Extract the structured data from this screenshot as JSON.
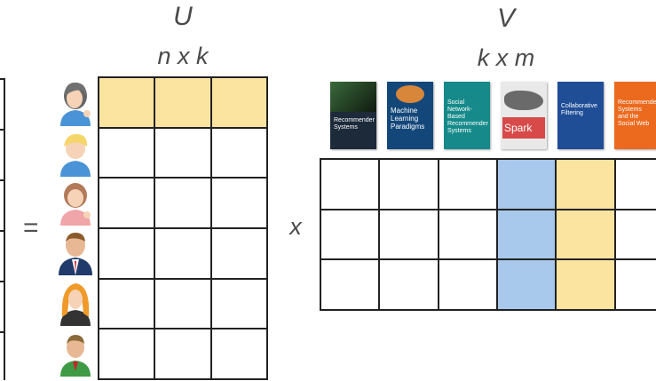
{
  "u_matrix": {
    "name": "U",
    "dims": "n x k",
    "rows": 6,
    "cols": 3,
    "highlight_row": 0
  },
  "v_matrix": {
    "name": "V",
    "dims": "k x m",
    "rows": 3,
    "cols": 6,
    "highlight_cols": [
      3,
      4
    ]
  },
  "operators": {
    "equals": "=",
    "times": "x"
  },
  "colors": {
    "user_highlight": "#fbe3a0",
    "item_blue": "#a8c9ec",
    "item_yellow": "#fbe3a0",
    "grid": "#222222"
  },
  "users": [
    {
      "icon": "woman-gray-hair-avatar-icon"
    },
    {
      "icon": "blonde-boy-avatar-icon"
    },
    {
      "icon": "woman-pink-avatar-icon"
    },
    {
      "icon": "man-suit-avatar-icon"
    },
    {
      "icon": "woman-orange-hair-avatar-icon"
    },
    {
      "icon": "man-green-shirt-avatar-icon"
    }
  ],
  "books": [
    {
      "icon": "book-cover-recommender-systems-icon",
      "color": "#1c2a3a",
      "title": "Recommender Systems"
    },
    {
      "icon": "book-cover-machine-learning-paradigms-icon",
      "color": "#13477a",
      "title": "Machine Learning Paradigms"
    },
    {
      "icon": "book-cover-social-network-icon",
      "color": "#168a8a",
      "title": "Social Network-Based Recommender Systems"
    },
    {
      "icon": "book-cover-spark-icon",
      "color": "#e9e9e9",
      "title": "Spark"
    },
    {
      "icon": "book-cover-blue-icon",
      "color": "#1f4d96",
      "title": "Collaborative Filtering"
    },
    {
      "icon": "book-cover-orange-icon",
      "color": "#ec6a1e",
      "title": "Recommender Systems and the Social Web"
    }
  ]
}
